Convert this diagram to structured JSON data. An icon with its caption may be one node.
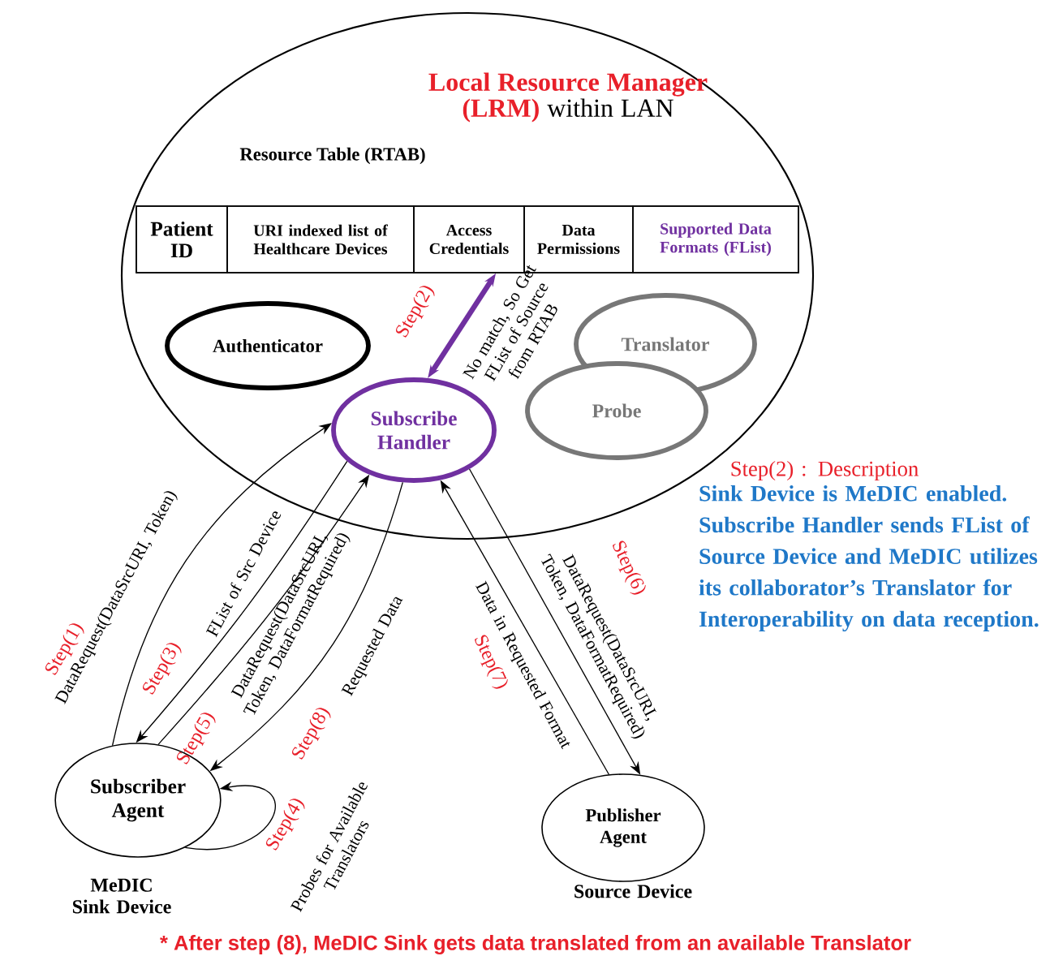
{
  "diagram": {
    "caption": "* After step (8), MeDIC Sink gets data translated from an available Translator",
    "nodes": [
      {
        "text": [
          "Local Resource Manager (LRM)",
          "within LAN"
        ]
      },
      {
        "text": [
          "Resource Table (RTAB)"
        ],
        "in": 0
      },
      {
        "text": [
          "Patient ID"
        ],
        "in": 1
      },
      {
        "text": [
          "URI indexed list of Healthcare Devices"
        ],
        "in": 1
      },
      {
        "text": [
          "Access Credentials"
        ],
        "in": 1
      },
      {
        "text": [
          "Data Permissions"
        ],
        "in": 1
      },
      {
        "text": [
          "Supported Data Formats (FList)"
        ],
        "in": 1
      },
      {
        "text": [
          "Authenticator"
        ],
        "in": 0
      },
      {
        "text": [
          "Subscribe Handler"
        ],
        "in": 0
      },
      {
        "text": [
          "Translator"
        ],
        "in": 0
      },
      {
        "text": [
          "Probe"
        ],
        "in": 0
      },
      {
        "text": [
          "Subscriber Agent"
        ],
        "beside": [
          "MeDIC Sink Device"
        ]
      },
      {
        "text": [
          "Publisher Agent"
        ],
        "beside": [
          "Source Device"
        ]
      }
    ],
    "edges": [
      {
        "from": 8,
        "to": 1,
        "arrow": "both",
        "label": "No match, So Get FList of Source from RTAB",
        "style": "thick",
        "color": "#7030a0"
      },
      {
        "from": 11,
        "to": 8,
        "arrow": "to",
        "label": "DataRequest(DataSrcURI, Token)"
      },
      {
        "from": 8,
        "to": 11,
        "arrow": "to",
        "label": "FList of Src Device"
      },
      {
        "from": 11,
        "to": 8,
        "arrow": "to",
        "label": "DataRequest(DataSrcURI, Token, DataFormatRequired)"
      },
      {
        "from": 8,
        "to": 11,
        "arrow": "to",
        "label": "Requested Data"
      },
      {
        "from": 11,
        "to": 11,
        "arrow": "to",
        "label": "Probes for Available Translators"
      },
      {
        "from": 8,
        "to": 12,
        "arrow": "to",
        "label": "DataRequest(DataSrcURI, Token, DataFormatRequired)"
      },
      {
        "from": 12,
        "to": 8,
        "arrow": "to",
        "label": "Data in Requested Format"
      }
    ],
    "labels": [
      "Step(2)",
      "Step(1)",
      "Step(3)",
      "Step(5)",
      "Step(6)",
      "Step(8)",
      "Step(7)",
      "Step(4)",
      "Step(2) : Description",
      "Sink Device is MeDIC enabled. Subscribe Handler sends FList of Source Device and MeDIC utilizes its collaborator’s Translator for Interoperability on data reception."
    ]
  }
}
